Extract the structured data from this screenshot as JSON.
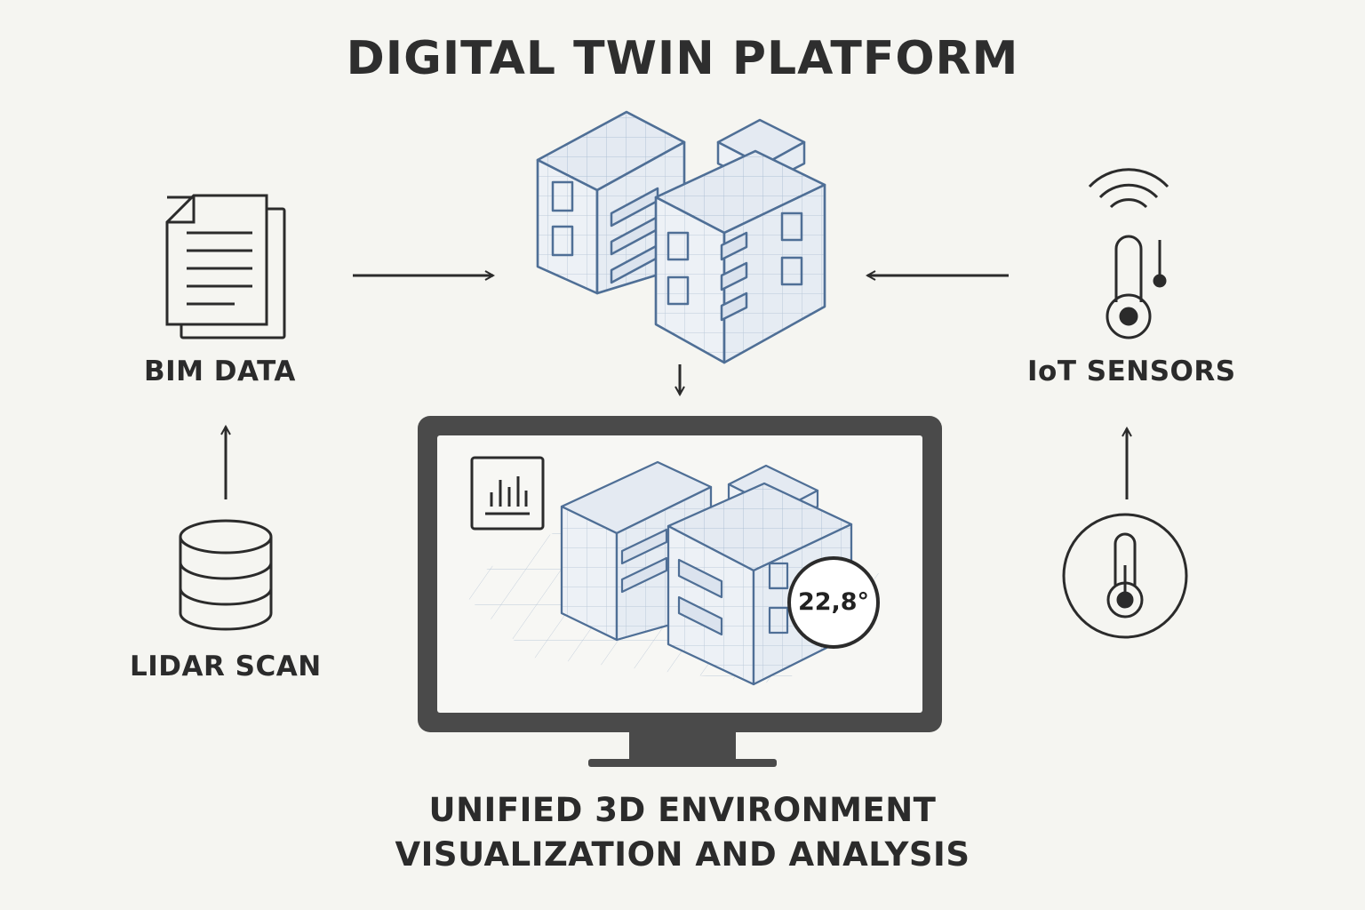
{
  "title": "DIGITAL TWIN PLATFORM",
  "sources": {
    "bim": {
      "label": "BIM DATA",
      "icon": "document-stack-icon"
    },
    "lidar": {
      "label": "LIDAR SCAN",
      "icon": "database-icon"
    },
    "iot": {
      "label": "IoT SENSORS",
      "icon": "wireless-thermometer-icon"
    },
    "sensor": {
      "icon": "thermometer-circle-icon"
    }
  },
  "display": {
    "readout": "22,8°",
    "chart_icon": "bar-chart-icon",
    "caption_line1": "UNIFIED 3D ENVIRONMENT",
    "caption_line2": "VISUALIZATION AND ANALYSIS"
  },
  "colors": {
    "ink": "#2b2b2b",
    "building": "#4f6f96",
    "monitor": "#4a4a4a",
    "background": "#f5f5f1"
  }
}
